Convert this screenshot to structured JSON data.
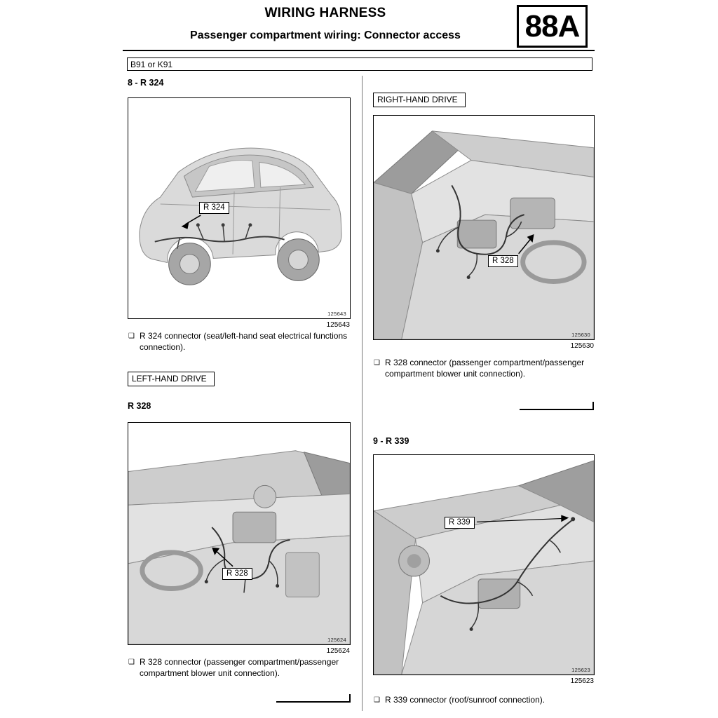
{
  "header": {
    "title": "WIRING HARNESS",
    "subtitle": "Passenger compartment wiring: Connector access",
    "section_code": "88A",
    "model_code": "B91 or K91"
  },
  "bullet": "❑",
  "labels": {
    "left_drive": "LEFT-HAND DRIVE",
    "right_drive": "RIGHT-HAND DRIVE"
  },
  "figures": [
    {
      "heading": "8 - R 324",
      "callout": "R 324",
      "watermark": "125643",
      "number": "125643",
      "caption": "R 324 connector (seat/left-hand seat electrical functions connection)."
    },
    {
      "heading": "R 328",
      "callout": "R 328",
      "watermark": "125624",
      "number": "125624",
      "caption": "R 328 connector (passenger compartment/passenger compartment blower unit connection)."
    },
    {
      "callout": "R 328",
      "watermark": "125630",
      "number": "125630",
      "caption": "R 328 connector (passenger compartment/passenger compartment blower unit connection)."
    },
    {
      "heading": "9 - R 339",
      "callout": "R 339",
      "watermark": "125623",
      "number": "125623",
      "caption": "R 339 connector (roof/sunroof connection)."
    }
  ]
}
